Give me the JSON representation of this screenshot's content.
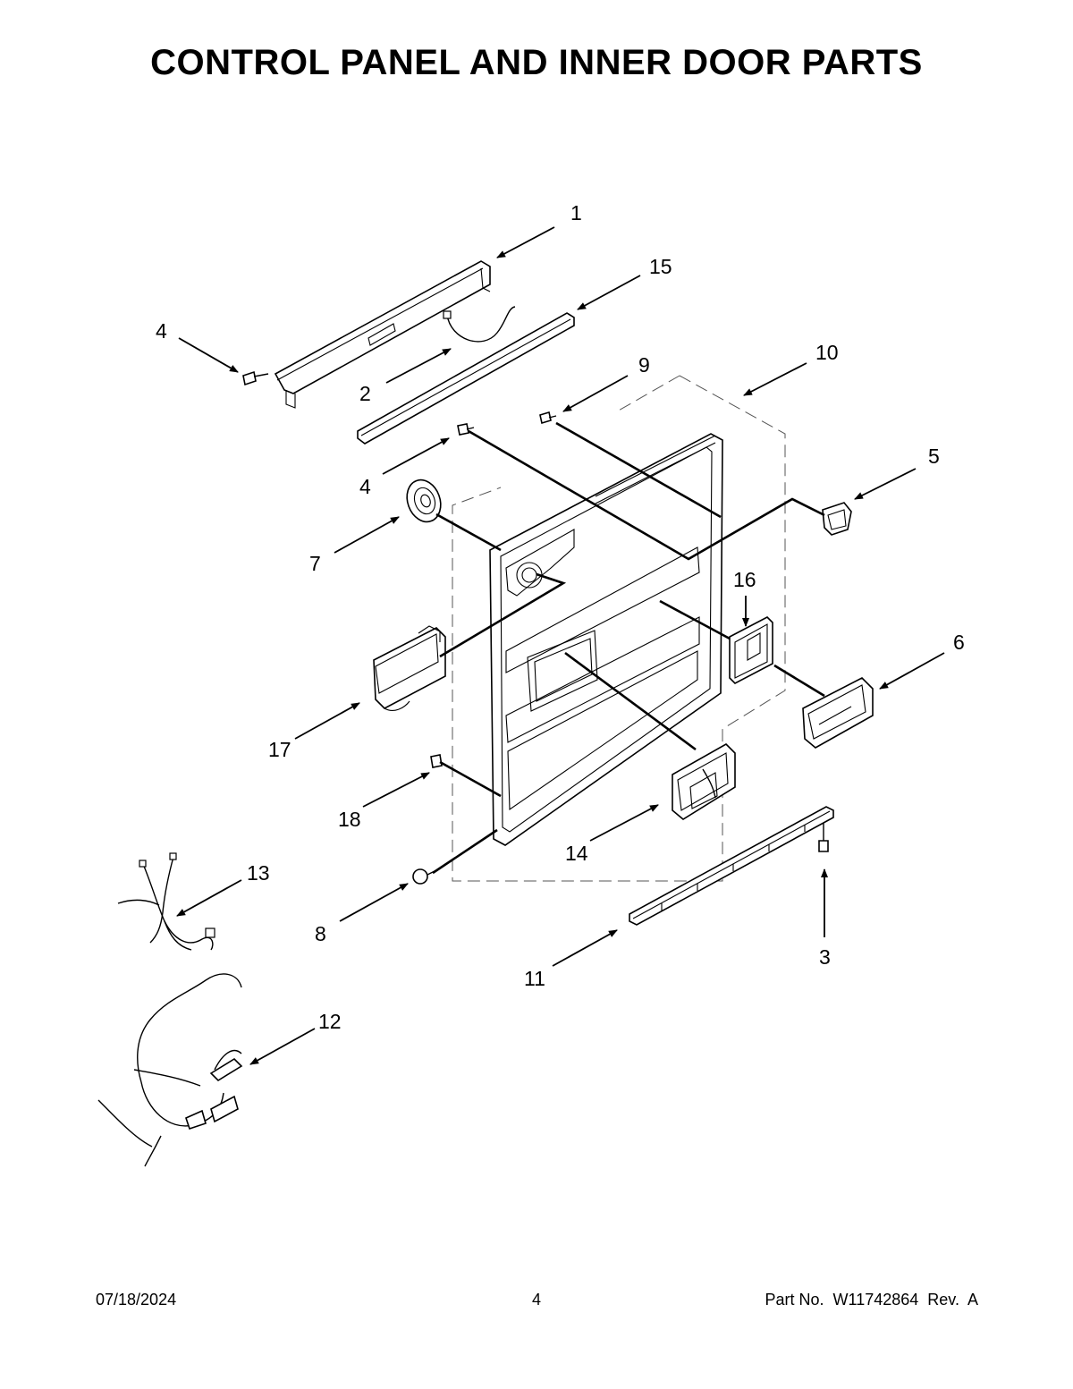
{
  "page": {
    "title": "CONTROL PANEL AND INNER DOOR PARTS",
    "footer": {
      "date": "07/18/2024",
      "page_number": "4",
      "part_no": "Part No.  W11742864  Rev.  A"
    }
  },
  "callouts": [
    {
      "id": "c1",
      "label": "1"
    },
    {
      "id": "c15",
      "label": "15"
    },
    {
      "id": "c4a",
      "label": "4"
    },
    {
      "id": "c2",
      "label": "2"
    },
    {
      "id": "c9",
      "label": "9"
    },
    {
      "id": "c10",
      "label": "10"
    },
    {
      "id": "c5",
      "label": "5"
    },
    {
      "id": "c4b",
      "label": "4"
    },
    {
      "id": "c7",
      "label": "7"
    },
    {
      "id": "c16",
      "label": "16"
    },
    {
      "id": "c6",
      "label": "6"
    },
    {
      "id": "c17",
      "label": "17"
    },
    {
      "id": "c18",
      "label": "18"
    },
    {
      "id": "c14",
      "label": "14"
    },
    {
      "id": "c13",
      "label": "13"
    },
    {
      "id": "c3",
      "label": "3"
    },
    {
      "id": "c8",
      "label": "8"
    },
    {
      "id": "c11",
      "label": "11"
    },
    {
      "id": "c12",
      "label": "12"
    }
  ]
}
